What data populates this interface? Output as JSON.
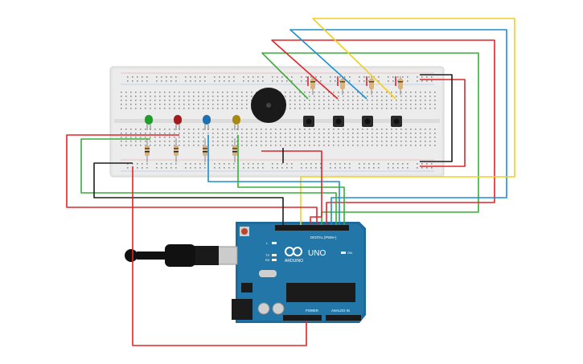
{
  "board": {
    "brand_text": "ARDUINO",
    "model_text": "UNO",
    "digital_label": "DIGITAL (PWM~)",
    "power_label": "POWER",
    "analog_label": "ANALOG IN",
    "on_label": "ON",
    "tx_label": "TX",
    "rx_label": "RX",
    "l_label": "L"
  },
  "components": {
    "leds": [
      {
        "name": "green-led",
        "color": "#1f9e2a"
      },
      {
        "name": "red-led",
        "color": "#a31a1a"
      },
      {
        "name": "blue-led",
        "color": "#1f6fb0"
      },
      {
        "name": "yellow-led",
        "color": "#a88a12"
      }
    ],
    "buttons_count_label": "4",
    "buzzer": "piezo-buzzer"
  },
  "wire_colors": {
    "red": "#e0252a",
    "green": "#3aad3a",
    "blue": "#1b8fd0",
    "yellow": "#f2d020",
    "black": "#1e1e1e"
  }
}
